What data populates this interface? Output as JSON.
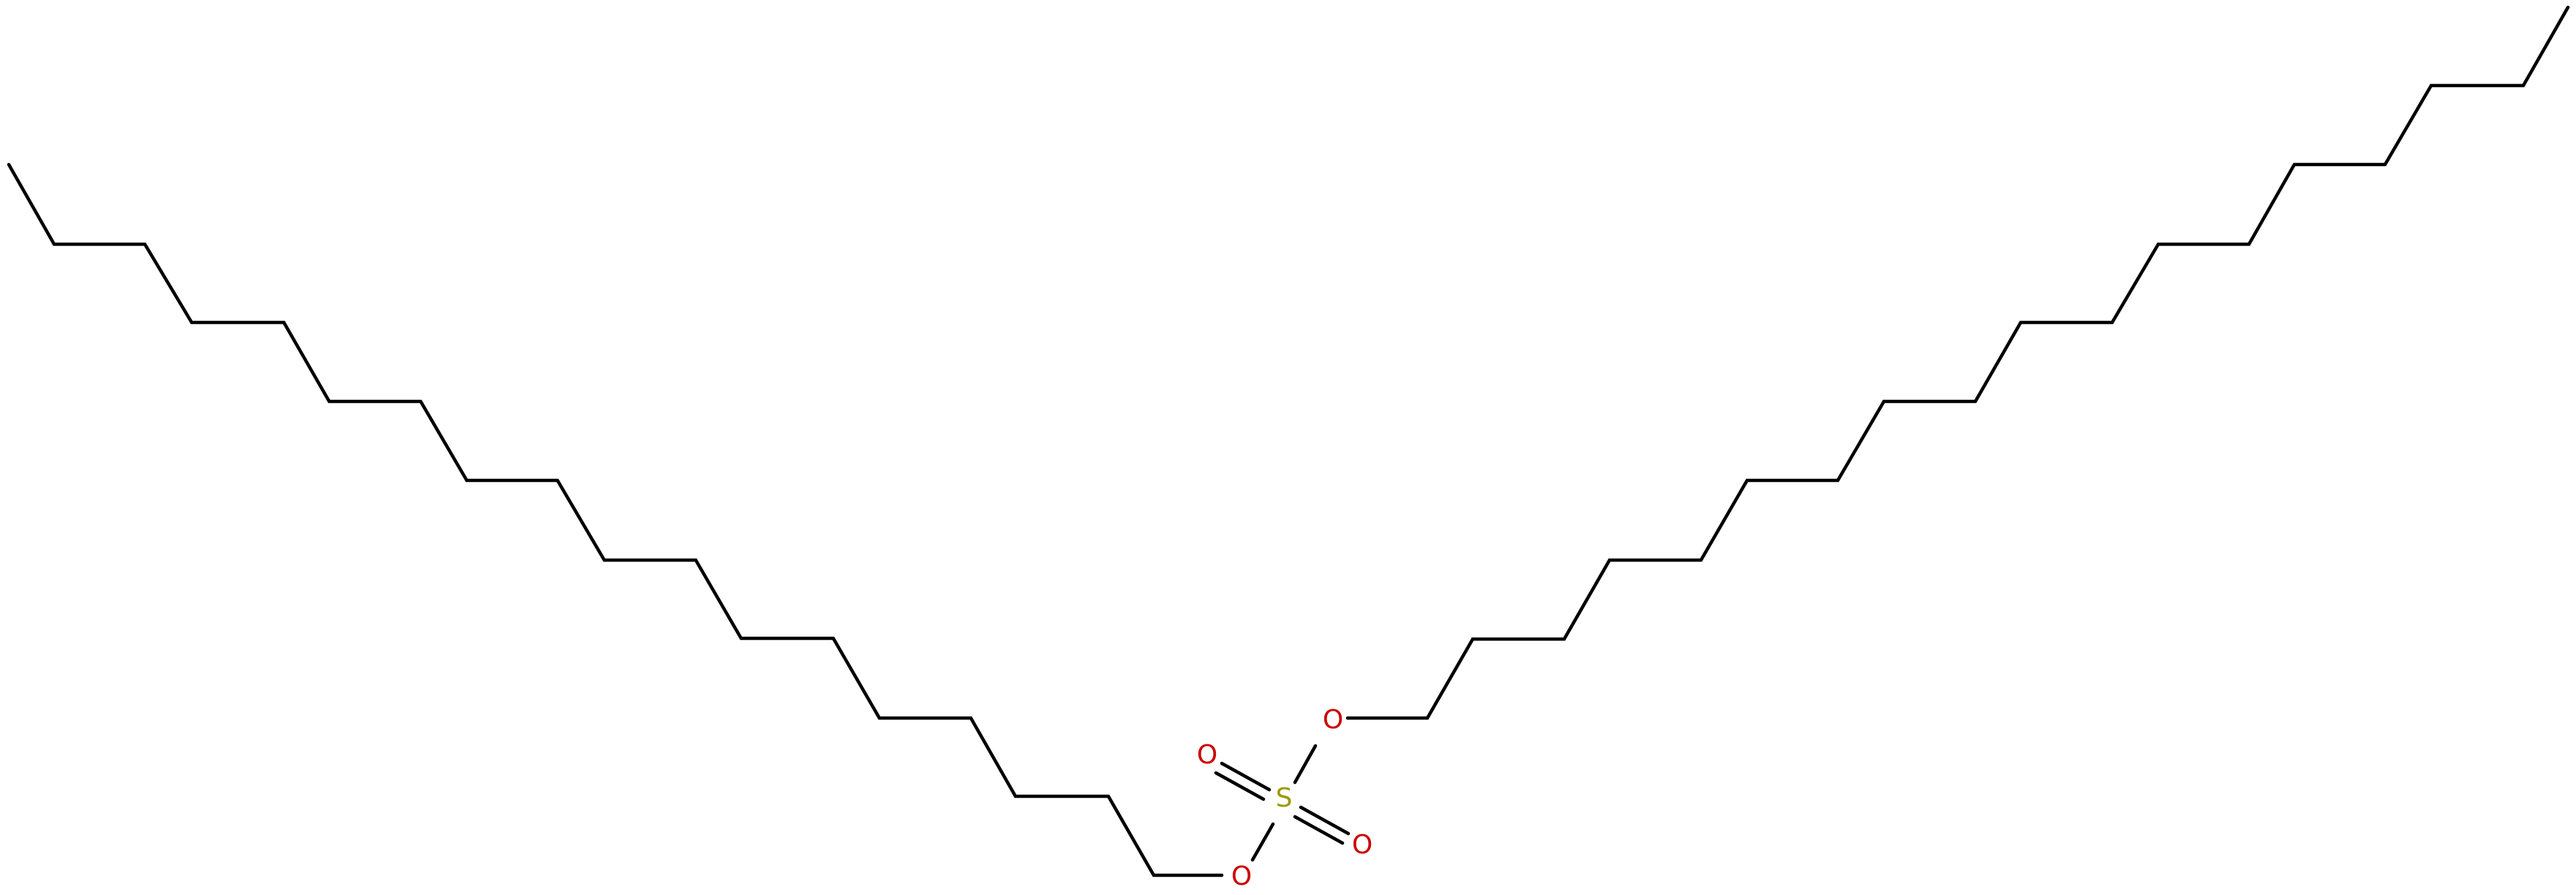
{
  "molecule": {
    "atoms": {
      "sulfur": {
        "symbol": "S",
        "color": "#9a9a00"
      },
      "ester_oxygen_lower": {
        "symbol": "O",
        "color": "#cc0000"
      },
      "ester_oxygen_upper": {
        "symbol": "O",
        "color": "#cc0000"
      },
      "oxo_oxygen_left": {
        "symbol": "O",
        "color": "#cc0000"
      },
      "oxo_oxygen_right": {
        "symbol": "O",
        "color": "#cc0000"
      }
    },
    "bond_color": "#000000"
  }
}
